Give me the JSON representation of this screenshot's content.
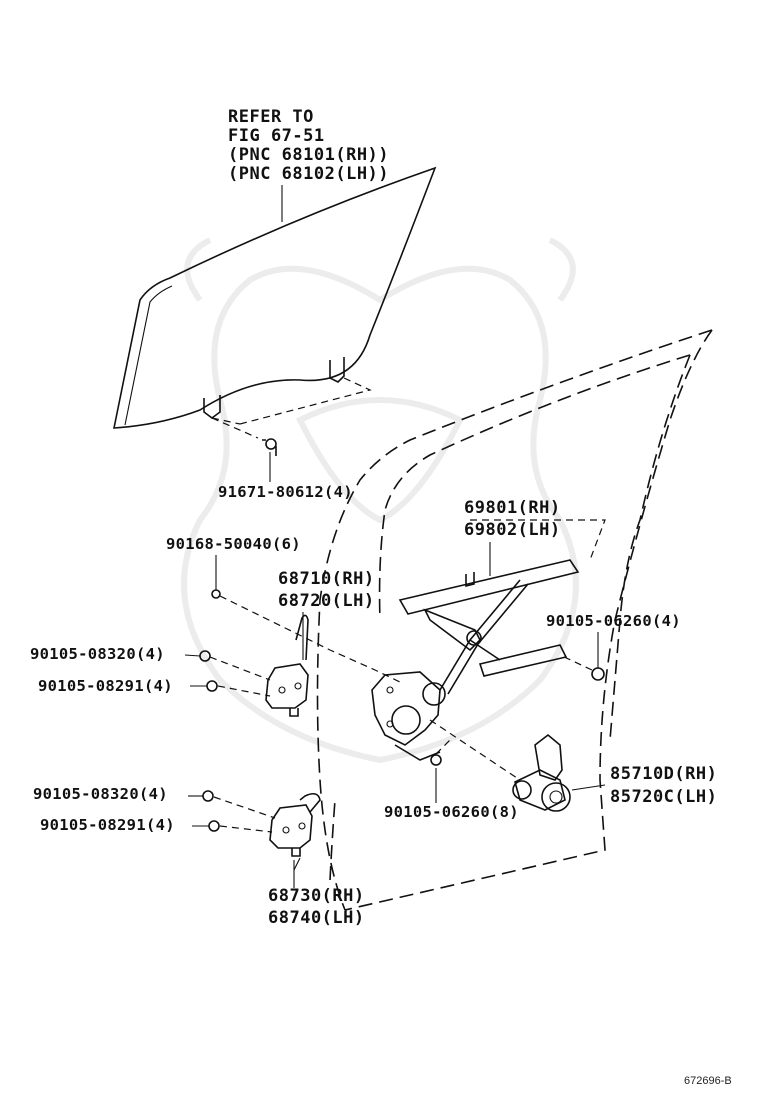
{
  "refer": {
    "line1": "REFER TO",
    "line2": "FIG 67-51",
    "line3": "(PNC 68101(RH))",
    "line4": "(PNC 68102(LH))"
  },
  "labels": {
    "glass_bolt": "91671-80612(4)",
    "regulator_rh": "69801(RH)",
    "regulator_lh": "69802(LH)",
    "screw_top": "90168-50040(6)",
    "upper_hinge_rh": "68710(RH)",
    "upper_hinge_lh": "68720(LH)",
    "bolt_upper_1": "90105-08320(4)",
    "bolt_upper_2": "90105-08291(4)",
    "bolt_right": "90105-06260(4)",
    "bolt_upper_lower_1": "90105-08320(4)",
    "bolt_upper_lower_2": "90105-08291(4)",
    "bolt_motor": "90105-06260(8)",
    "motor_rh": "85710D(RH)",
    "motor_lh": "85720C(LH)",
    "lower_hinge_rh": "68730(RH)",
    "lower_hinge_lh": "68740(LH)",
    "figure_id": "672696-B"
  }
}
